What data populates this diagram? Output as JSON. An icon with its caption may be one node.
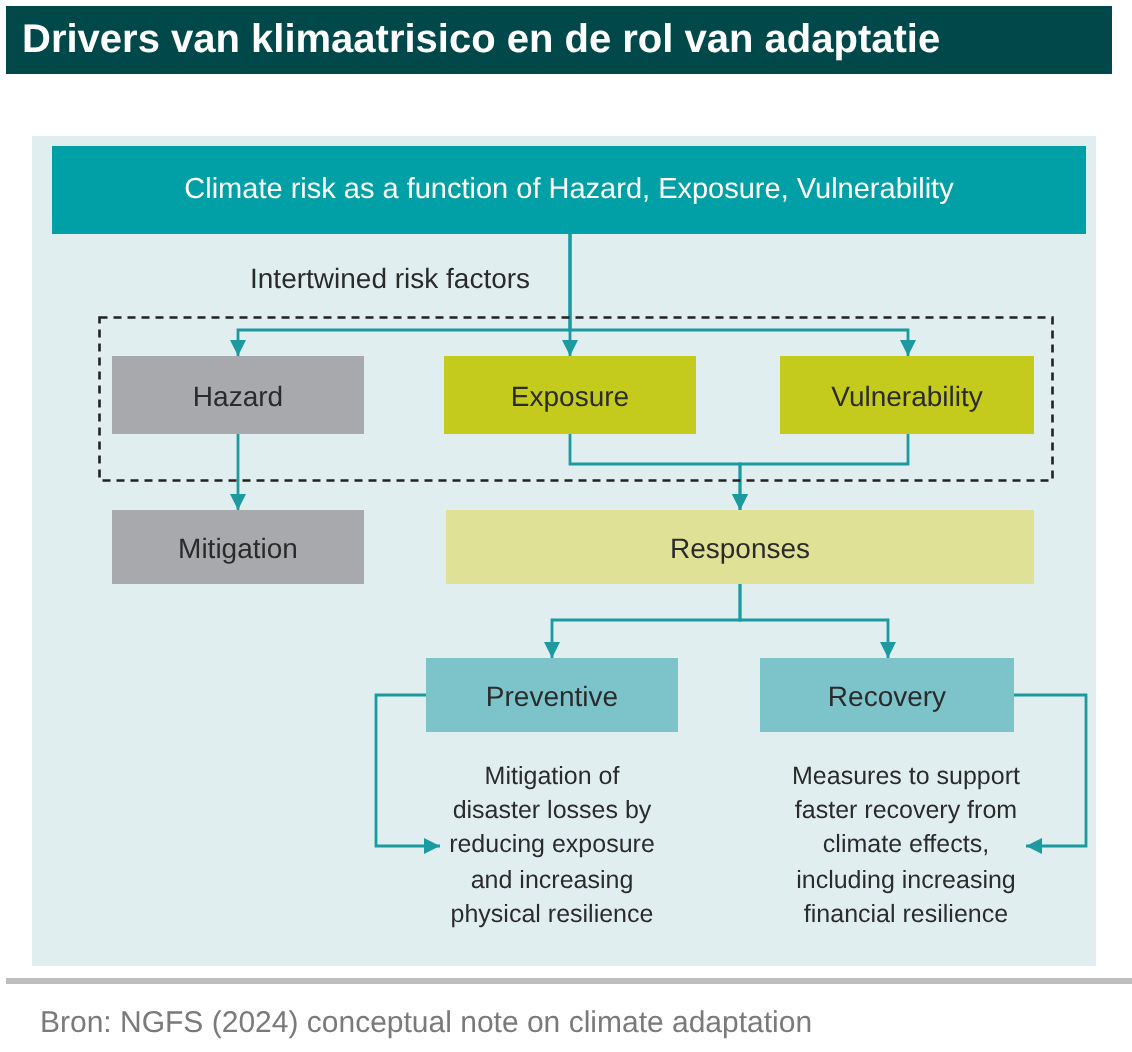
{
  "diagram": {
    "title": "Drivers van klimaatrisico en de rol van adaptatie",
    "caption": "Bron: NGFS (2024) conceptual note on climate adaptation",
    "nodes": [
      {
        "text": [
          "Climate risk as a function of Hazard, Exposure, Vulnerability"
        ]
      },
      {
        "text": [
          "Intertwined risk factors"
        ]
      },
      {
        "text": [
          "Hazard"
        ],
        "in": 1
      },
      {
        "text": [
          "Exposure"
        ],
        "in": 1
      },
      {
        "text": [
          "Vulnerability"
        ],
        "in": 1
      },
      {
        "text": [
          "Mitigation"
        ]
      },
      {
        "text": [
          "Responses"
        ]
      },
      {
        "text": [
          "Preventive"
        ]
      },
      {
        "text": [
          "Recovery"
        ]
      },
      {
        "text": [
          "Mitigation of disaster losses by reducing exposure and increasing physical resilience"
        ]
      },
      {
        "text": [
          "Measures to support faster recovery from climate effects, including increasing financial resilience"
        ]
      }
    ],
    "edges": [
      {
        "from": 0,
        "to": 2,
        "arrow": "to"
      },
      {
        "from": 0,
        "to": 3,
        "arrow": "to"
      },
      {
        "from": 0,
        "to": 4,
        "arrow": "to"
      },
      {
        "from": 2,
        "to": 5,
        "arrow": "to"
      },
      {
        "from": 3,
        "to": 6,
        "arrow": "to"
      },
      {
        "from": 4,
        "to": 6,
        "arrow": "to"
      },
      {
        "from": 6,
        "to": 7,
        "arrow": "to"
      },
      {
        "from": 6,
        "to": 8,
        "arrow": "to"
      },
      {
        "from": 7,
        "to": 9,
        "arrow": "to"
      },
      {
        "from": 8,
        "to": 10,
        "arrow": "to"
      }
    ]
  }
}
